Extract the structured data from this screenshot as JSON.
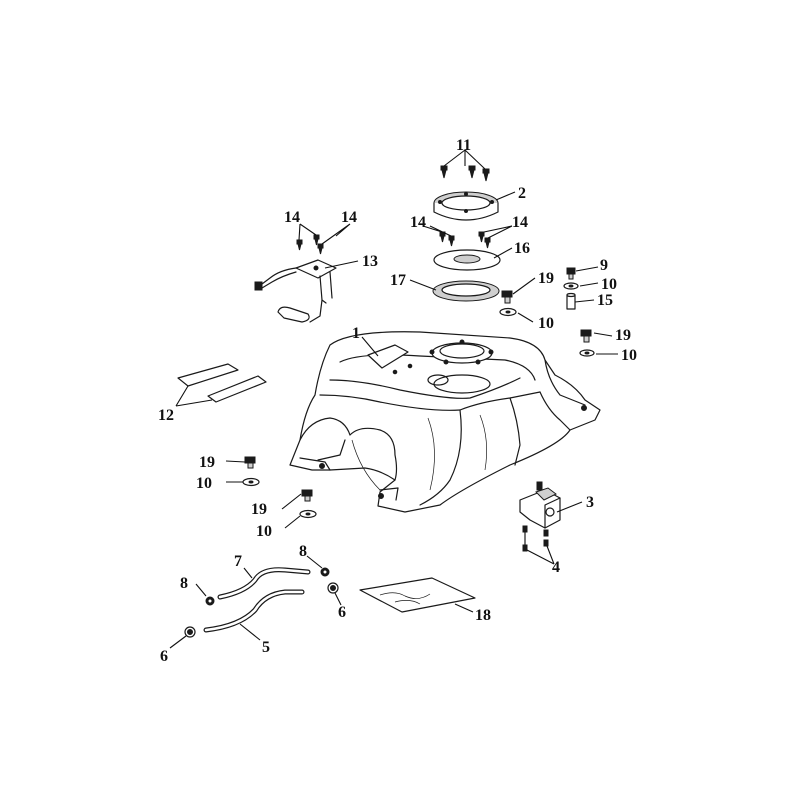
{
  "diagram": {
    "callouts": [
      {
        "id": "c1",
        "label": "1"
      },
      {
        "id": "c2",
        "label": "2"
      },
      {
        "id": "c3",
        "label": "3"
      },
      {
        "id": "c4",
        "label": "4"
      },
      {
        "id": "c5",
        "label": "5"
      },
      {
        "id": "c6a",
        "label": "6"
      },
      {
        "id": "c6b",
        "label": "6"
      },
      {
        "id": "c7",
        "label": "7"
      },
      {
        "id": "c8a",
        "label": "8"
      },
      {
        "id": "c8b",
        "label": "8"
      },
      {
        "id": "c9",
        "label": "9"
      },
      {
        "id": "c10a",
        "label": "10"
      },
      {
        "id": "c10b",
        "label": "10"
      },
      {
        "id": "c10c",
        "label": "10"
      },
      {
        "id": "c10d",
        "label": "10"
      },
      {
        "id": "c10e",
        "label": "10"
      },
      {
        "id": "c11",
        "label": "11"
      },
      {
        "id": "c12",
        "label": "12"
      },
      {
        "id": "c13",
        "label": "13"
      },
      {
        "id": "c14a",
        "label": "14"
      },
      {
        "id": "c14b",
        "label": "14"
      },
      {
        "id": "c14c",
        "label": "14"
      },
      {
        "id": "c14d",
        "label": "14"
      },
      {
        "id": "c15",
        "label": "15"
      },
      {
        "id": "c16",
        "label": "16"
      },
      {
        "id": "c17",
        "label": "17"
      },
      {
        "id": "c18",
        "label": "18"
      },
      {
        "id": "c19a",
        "label": "19"
      },
      {
        "id": "c19b",
        "label": "19"
      },
      {
        "id": "c19c",
        "label": "19"
      },
      {
        "id": "c19d",
        "label": "19"
      }
    ]
  }
}
